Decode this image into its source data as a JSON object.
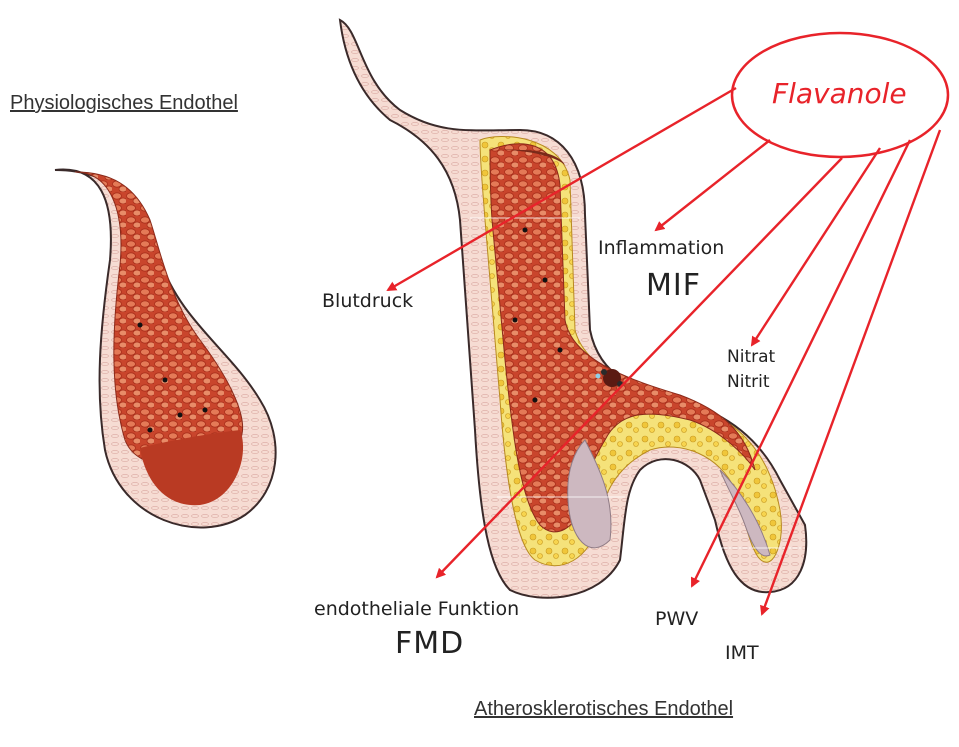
{
  "titles": {
    "physiologic": "Physiologisches Endothel",
    "atherosclerotic": "Atherosklerotisches Endothel"
  },
  "source_node": "Flavanole",
  "targets": {
    "blutdruck": "Blutdruck",
    "inflammation": "Inflammation",
    "mif": "MIF",
    "nitrat": "Nitrat",
    "nitrit": "Nitrit",
    "endothel_funktion": "endotheliale Funktion",
    "fmd": "FMD",
    "pwv": "PWV",
    "imt": "IMT"
  },
  "colors": {
    "arrow": "#e8232a",
    "lumen_blood": "#b3371f",
    "plaque": "#f3e06a",
    "vessel_wall": "#f2d2c8"
  }
}
